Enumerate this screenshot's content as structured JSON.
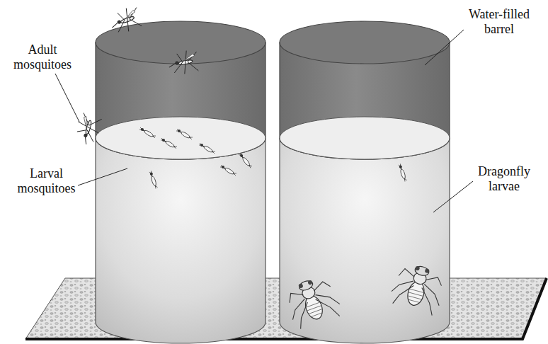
{
  "diagram": {
    "labels": [
      "Adult mosquitoes",
      "Larval mosquitoes",
      "Water-filled barrel",
      "Dragonfly larvae"
    ]
  }
}
